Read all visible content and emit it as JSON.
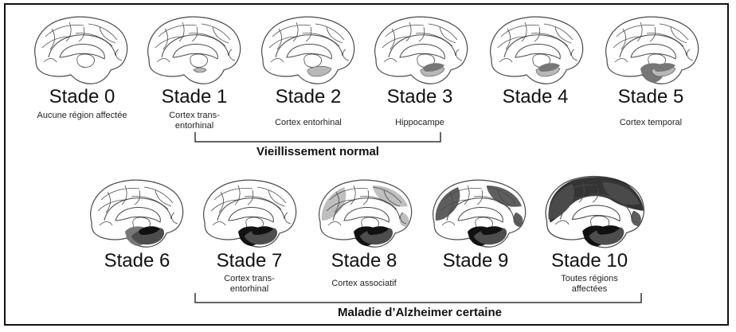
{
  "stages": [
    {
      "label": "Stade 0",
      "desc": "Aucune région affectée",
      "level": 0
    },
    {
      "label": "Stade 1",
      "desc": "Cortex trans-\nentorhinal",
      "level": 1
    },
    {
      "label": "Stade 2",
      "desc": "Cortex entorhinal",
      "level": 2
    },
    {
      "label": "Stade 3",
      "desc": "Hippocampe",
      "level": 3
    },
    {
      "label": "Stade 4",
      "desc": "",
      "level": 4
    },
    {
      "label": "Stade 5",
      "desc": "Cortex temporal",
      "level": 5
    },
    {
      "label": "Stade 6",
      "desc": "",
      "level": 6
    },
    {
      "label": "Stade 7",
      "desc": "Cortex trans-\nentorhinal",
      "level": 7
    },
    {
      "label": "Stade 8",
      "desc": "Cortex associatif",
      "level": 8
    },
    {
      "label": "Stade 9",
      "desc": "",
      "level": 9
    },
    {
      "label": "Stade 10",
      "desc": "Toutes régions\naffectées",
      "level": 10
    }
  ],
  "groups": {
    "normal": "Vieillissement normal",
    "alzheimer": "Maladie d’Alzheimer certaine"
  },
  "colors": {
    "outline": "#4a4a4a",
    "light_gray": "#b8b8b8",
    "mid_gray": "#777777",
    "dark_gray": "#4d4d4d",
    "black": "#111111"
  }
}
